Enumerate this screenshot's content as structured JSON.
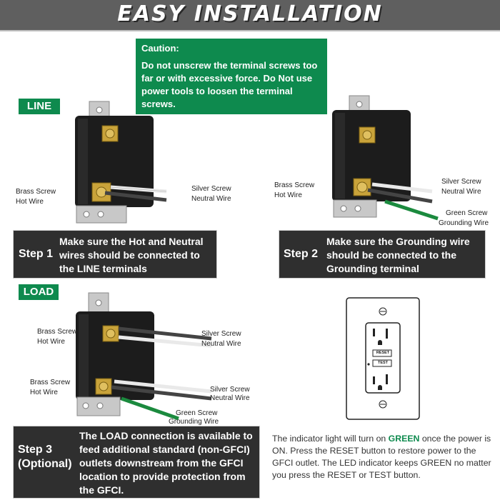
{
  "header": {
    "title": "EASY INSTALLATION"
  },
  "caution": {
    "title": "Caution:",
    "text": "Do not unscrew the terminal screws too far or with excessive force. Do Not use power tools to loosen the terminal screws."
  },
  "tags": {
    "line": "LINE",
    "load": "LOAD"
  },
  "steps": [
    {
      "label": "Step 1",
      "text": "Make sure the Hot and Neutral wires should be connected to the LINE terminals"
    },
    {
      "label": "Step 2",
      "text": "Make sure the Grounding wire should be connected to the Grounding terminal"
    },
    {
      "label_line1": "Step 3",
      "label_line2": "(Optional)",
      "text": "The LOAD connection is available to feed additional standard (non-GFCI) outlets downstream from the GFCI location to provide protection from the GFCI."
    }
  ],
  "labels": {
    "step1": {
      "brass": "Brass Screw",
      "hot": "Hot Wire",
      "silver": "Silver Screw",
      "neutral": "Neutral Wire"
    },
    "step2": {
      "brass": "Brass Screw",
      "hot": "Hot Wire",
      "silver": "Silver Screw",
      "neutral": "Neutral Wire",
      "green": "Green Screw",
      "grounding": "Grounding Wire"
    },
    "step3": {
      "brass_top": "Brass Screw",
      "hot_top": "Hot Wire",
      "silver_top": "Silver Screw",
      "neutral_top": "Neutral Wire",
      "brass_bottom": "Brass Screw",
      "hot_bottom": "Hot Wire",
      "silver_bottom": "Silver Screw",
      "neutral_bottom": "Neutral Wire",
      "green": "Green Screw",
      "grounding": "Grounding Wire"
    }
  },
  "outlet": {
    "reset": "RESET",
    "test": "TEST"
  },
  "info": {
    "before": "The indicator light will turn on ",
    "highlight": "GREEN",
    "after": " once the power is ON. Press the RESET button to restore power to the GFCI outlet. The LED indicator keeps GREEN no matter you press the RESET or TEST button."
  },
  "colors": {
    "green": "#0e8a4e",
    "dark": "#2f2f2f",
    "header": "#5f5f5f",
    "brass": "#c9a33a"
  }
}
